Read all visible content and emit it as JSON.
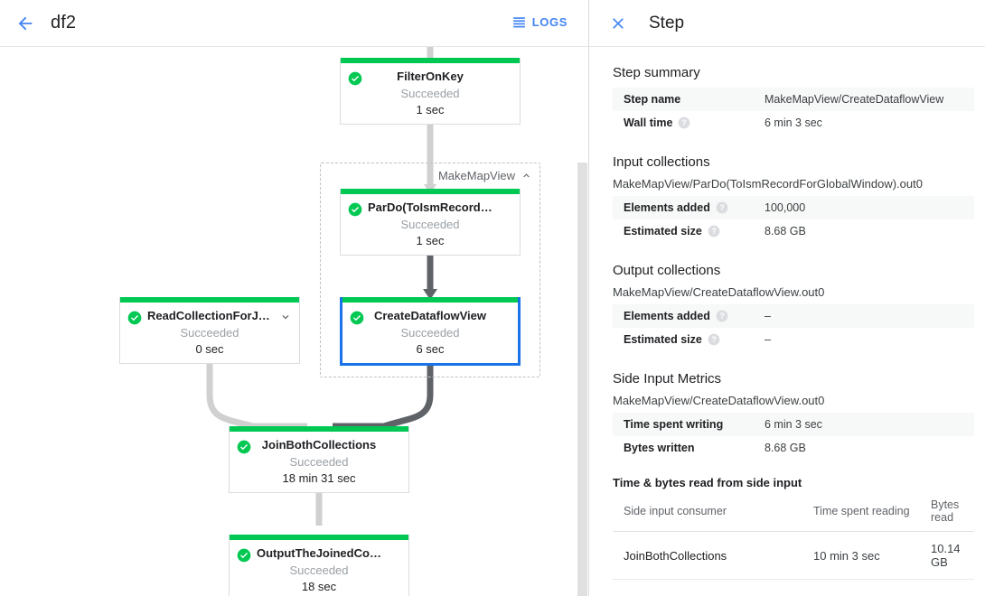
{
  "topbar": {
    "back_icon": "arrow-left-icon",
    "job_title": "df2",
    "logs_icon": "logs-list-icon",
    "logs_label": "LOGS"
  },
  "graph": {
    "group": {
      "label": "MakeMapView",
      "collapse_icon": "chevron-up-icon"
    },
    "nodes": [
      {
        "id": "filter-on-key",
        "title": "FilterOnKey",
        "status": "Succeeded",
        "time": "1 sec",
        "status_icon": "check-circle-icon",
        "selected": false,
        "chevron": null
      },
      {
        "id": "pardo-toismrecordfor",
        "title": "ParDo(ToIsmRecordFor…",
        "status": "Succeeded",
        "time": "1 sec",
        "status_icon": "check-circle-icon",
        "selected": false,
        "chevron": null
      },
      {
        "id": "read-collection-for-join",
        "title": "ReadCollectionForJoin",
        "status": "Succeeded",
        "time": "0 sec",
        "status_icon": "check-circle-icon",
        "selected": false,
        "chevron": "chevron-down-icon"
      },
      {
        "id": "create-dataflow-view",
        "title": "CreateDataflowView",
        "status": "Succeeded",
        "time": "6 sec",
        "status_icon": "check-circle-icon",
        "selected": true,
        "chevron": null
      },
      {
        "id": "join-both-collections",
        "title": "JoinBothCollections",
        "status": "Succeeded",
        "time": "18 min 31 sec",
        "status_icon": "check-circle-icon",
        "selected": false,
        "chevron": null
      },
      {
        "id": "output-the-joined-collection",
        "title": "OutputTheJoinedCollec…",
        "status": "Succeeded",
        "time": "18 sec",
        "status_icon": "check-circle-icon",
        "selected": false,
        "chevron": null
      }
    ]
  },
  "panel": {
    "close_icon": "close-icon",
    "title": "Step",
    "step_summary": {
      "heading": "Step summary",
      "rows": [
        {
          "key": "Step name",
          "value": "MakeMapView/CreateDataflowView",
          "help": false
        },
        {
          "key": "Wall time",
          "value": "6 min 3 sec",
          "help": true
        }
      ]
    },
    "input_collections": {
      "heading": "Input collections",
      "collection": "MakeMapView/ParDo(ToIsmRecordForGlobalWindow).out0",
      "rows": [
        {
          "key": "Elements added",
          "value": "100,000",
          "help": true
        },
        {
          "key": "Estimated size",
          "value": "8.68 GB",
          "help": true
        }
      ]
    },
    "output_collections": {
      "heading": "Output collections",
      "collection": "MakeMapView/CreateDataflowView.out0",
      "rows": [
        {
          "key": "Elements added",
          "value": "–",
          "help": true
        },
        {
          "key": "Estimated size",
          "value": "–",
          "help": true
        }
      ]
    },
    "side_input_metrics": {
      "heading": "Side Input Metrics",
      "collection": "MakeMapView/CreateDataflowView.out0",
      "rows": [
        {
          "key": "Time spent writing",
          "value": "6 min 3 sec",
          "help": false
        },
        {
          "key": "Bytes written",
          "value": "8.68 GB",
          "help": false
        }
      ],
      "table_title": "Time & bytes read from side input",
      "columns": [
        "Side input consumer",
        "Time spent reading",
        "Bytes read"
      ],
      "rows_data": [
        [
          "JoinBothCollections",
          "10 min 3 sec",
          "10.14 GB"
        ]
      ]
    }
  },
  "colors": {
    "accent_blue": "#1a73e8",
    "link_blue": "#4285f4",
    "success_green": "#00c853",
    "status_gray": "#9aa0a6",
    "border_gray": "#dadce0"
  }
}
